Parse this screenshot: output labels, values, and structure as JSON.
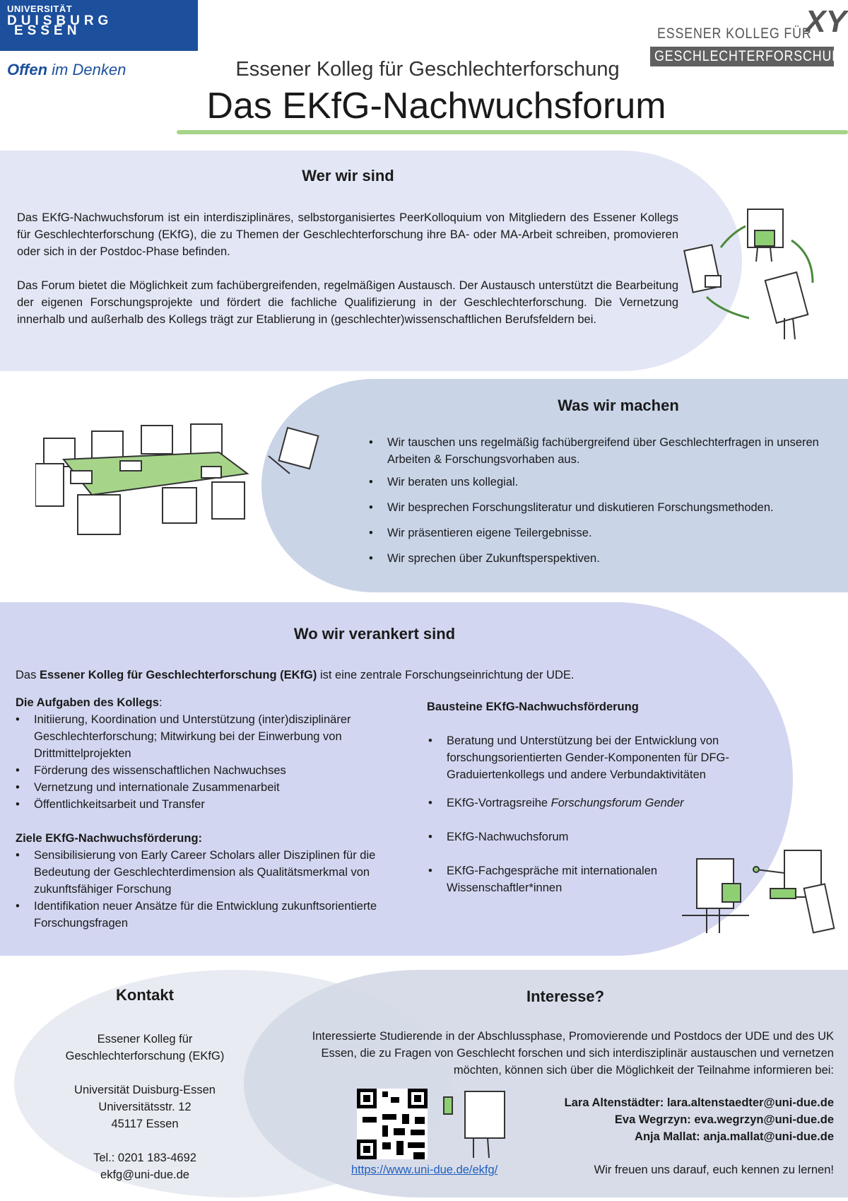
{
  "header": {
    "ude_logo": {
      "line1": "UNIVERSITÄT",
      "line2": "DUISBURG",
      "line3": "ESSEN"
    },
    "slogan_bold": "Offen",
    "slogan_rest": " im Denken",
    "ekfg_logo": {
      "line1": "ESSENER KOLLEG FÜR",
      "line2": "GESCHLECHTERFORSCHUNG",
      "mark": "XY"
    },
    "subtitle": "Essener Kolleg für Geschlechterforschung",
    "title": "Das EKfG-Nachwuchsforum"
  },
  "wer": {
    "heading": "Wer wir sind",
    "p1": "Das EKfG-Nachwuchsforum ist ein interdisziplinäres, selbstorganisiertes PeerKolloquium von Mitgliedern des Essener Kollegs für Geschlechterforschung (EKfG), die zu Themen der Geschlechterforschung ihre BA- oder MA-Arbeit schreiben, promovieren oder sich in der Postdoc-Phase befinden.",
    "p2": "Das Forum bietet die Möglichkeit zum fachübergreifenden, regelmäßigen Austausch. Der Austausch unterstützt die Bearbeitung der eigenen Forschungsprojekte und fördert die fachliche Qualifizierung in der Geschlechterforschung. Die Vernetzung innerhalb und außerhalb des Kollegs trägt zur Etablierung in (geschlechter)wissenschaftlichen Berufsfeldern bei."
  },
  "was": {
    "heading": "Was wir machen",
    "items": [
      "Wir tauschen uns regelmäßig fachübergreifend über Geschlechterfragen in unseren Arbeiten & Forschungsvorhaben aus.",
      "Wir beraten uns kollegial.",
      "Wir besprechen Forschungsliteratur und diskutieren Forschungsmethoden.",
      "Wir präsentieren eigene Teilergebnisse.",
      "Wir sprechen über Zukunftsperspektiven."
    ]
  },
  "wo": {
    "heading": "Wo wir verankert sind",
    "intro_pre": "Das ",
    "intro_bold": "Essener Kolleg für Geschlechterforschung (EKfG)",
    "intro_post": " ist eine zentrale Forschungseinrichtung der UDE.",
    "aufgaben_heading": "Die Aufgaben des Kollegs",
    "aufgaben_colon": ":",
    "aufgaben": [
      "Initiierung, Koordination und Unterstützung (inter)disziplinärer Geschlechterforschung; Mitwirkung bei der Einwerbung von Drittmittelprojekten",
      "Förderung des wissenschaftlichen Nachwuchses",
      "Vernetzung und internationale Zusammenarbeit",
      "Öffentlichkeitsarbeit und Transfer"
    ],
    "ziele_heading": "Ziele EKfG-Nachwuchsförderung:",
    "ziele": [
      "Sensibilisierung von Early Career Scholars aller Disziplinen für die Bedeutung der Geschlechterdimension als Qualitätsmerkmal von zukunftsfähiger Forschung",
      "Identifikation neuer Ansätze für die Entwicklung zukunftsorientierte Forschungsfragen"
    ],
    "bausteine_heading": "Bausteine EKfG-Nachwuchsförderung",
    "bausteine": [
      "Beratung und Unterstützung bei der Entwicklung von forschungsorientierten Gender-Komponenten für DFG-Graduiertenkollegs und andere Verbundaktivitäten",
      "EKfG-Vortragsreihe ",
      "EKfG-Nachwuchsforum",
      "EKfG-Fachgespräche mit internationalen Wissenschaftler*innen"
    ],
    "vortragsreihe_italic": "Forschungsforum Gender"
  },
  "kontakt": {
    "heading": "Kontakt",
    "name1": "Essener Kolleg für",
    "name2": "Geschlechterforschung (EKfG)",
    "uni": "Universität Duisburg-Essen",
    "street": "Universitätsstr. 12",
    "city": "45117 Essen",
    "tel": "Tel.: 0201 183-4692",
    "email": "ekfg@uni-due.de"
  },
  "interesse": {
    "heading": "Interesse?",
    "text": "Interessierte Studierende in der Abschlussphase, Promovierende und Postdocs der UDE und des UK Essen, die zu Fragen von Geschlecht forschen und sich interdisziplinär austauschen und vernetzen möchten, können sich über die Möglichkeit der Teilnahme informieren bei:",
    "contacts": [
      "Lara Altenstädter: lara.altenstaedter@uni-due.de",
      "Eva Wegrzyn: eva.wegrzyn@uni-due.de",
      "Anja Mallat: anja.mallat@uni-due.de"
    ],
    "closing": "Wir freuen uns darauf, euch kennen zu lernen!",
    "url": "https://www.uni-due.de/ekfg/"
  },
  "colors": {
    "ude_blue": "#1c4f9c",
    "green": "#a6d58a"
  }
}
